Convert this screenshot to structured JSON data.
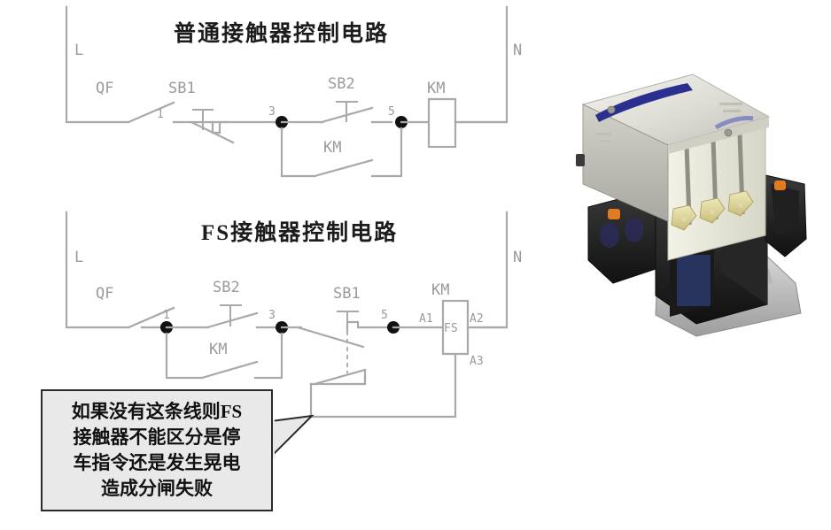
{
  "page": {
    "background": "#ffffff",
    "wire_color": "#a8a8a8",
    "label_color": "#9a9a9a",
    "node_color": "#111111"
  },
  "diagram_top": {
    "title": "普通接触器控制电路",
    "rail_left_label": "L",
    "rail_right_label": "N",
    "components": [
      {
        "id": "qf",
        "label": "QF",
        "type": "circuit-breaker"
      },
      {
        "id": "sb1",
        "label": "SB1",
        "type": "pushbutton-nc"
      },
      {
        "id": "sb2",
        "label": "SB2",
        "type": "pushbutton-no"
      },
      {
        "id": "km-seal",
        "label": "KM",
        "type": "contact-no"
      },
      {
        "id": "km-coil",
        "label": "KM",
        "type": "coil"
      }
    ],
    "nodes": [
      "1",
      "3",
      "5"
    ]
  },
  "diagram_bottom": {
    "title": "FS接触器控制电路",
    "rail_left_label": "L",
    "rail_right_label": "N",
    "components": [
      {
        "id": "qf",
        "label": "QF",
        "type": "circuit-breaker"
      },
      {
        "id": "sb2",
        "label": "SB2",
        "type": "pushbutton-no"
      },
      {
        "id": "km-seal",
        "label": "KM",
        "type": "contact-no"
      },
      {
        "id": "sb1",
        "label": "SB1",
        "type": "pushbutton-2pole"
      },
      {
        "id": "fs-coil",
        "label": "KM",
        "inner_label": "FS",
        "type": "coil-3terminal"
      }
    ],
    "nodes": [
      "1",
      "3",
      "5"
    ],
    "coil_terminals": [
      "A1",
      "A2",
      "A3"
    ]
  },
  "callout": {
    "lines": [
      "如果没有这条线则FS",
      "接触器不能区分是停",
      "车指令还是发生晃电",
      "造成分闸失败"
    ],
    "background": "#e9e9e9",
    "border": "#2b2b2b"
  },
  "photo": {
    "alt_name": "三相接触器照片",
    "body_color": "#d9d9d2",
    "cover_color": "#eeeee4",
    "accent_color": "#2b2f8f",
    "base_color": "#222222"
  }
}
